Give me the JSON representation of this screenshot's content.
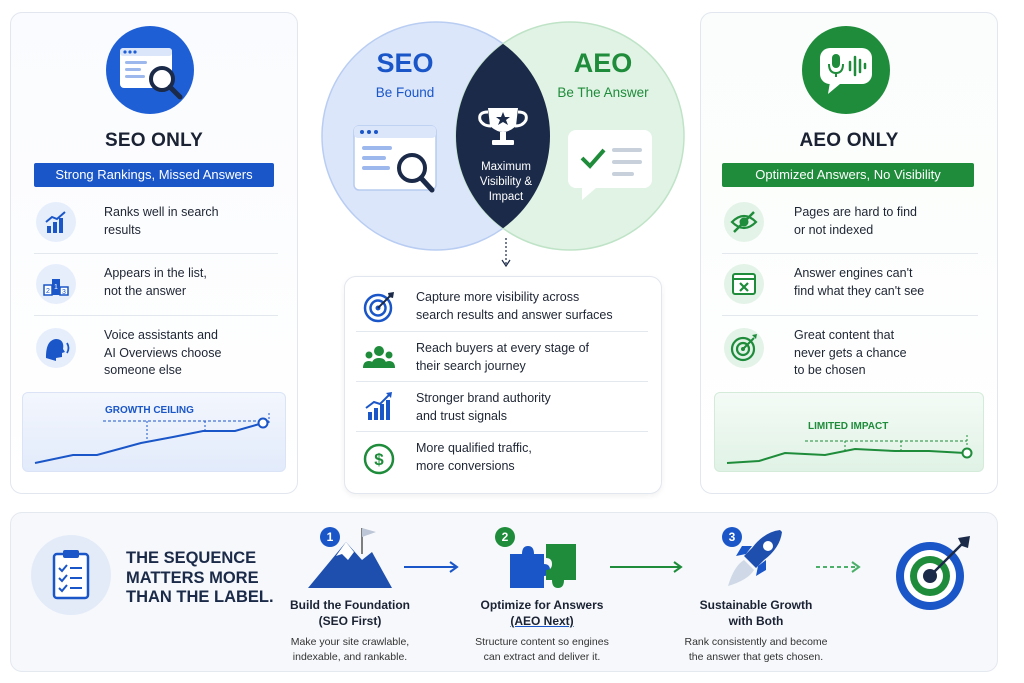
{
  "left": {
    "title": "SEO ONLY",
    "banner": "Strong Rankings, Missed Answers",
    "rows": [
      {
        "icon": "ranking-chart-icon",
        "line1": "Ranks well in search",
        "line2": "results"
      },
      {
        "icon": "podium-icon",
        "line1": "Appears in the list,",
        "line2": "not the answer"
      },
      {
        "icon": "voice-speaking-icon",
        "line1": "Voice assistants and",
        "line2": "AI Overviews choose",
        "line3": "someone else"
      }
    ],
    "chart_label": "GROWTH CEILING",
    "podium_numbers": [
      "2",
      "1",
      "3"
    ]
  },
  "venn": {
    "seo_title": "SEO",
    "seo_sub": "Be Found",
    "aeo_title": "AEO",
    "aeo_sub": "Be The Answer",
    "center_line1": "Maximum",
    "center_line2": "Visibility &",
    "center_line3": "Impact"
  },
  "benefits": [
    {
      "icon": "target-icon",
      "line1": "Capture more visibility across",
      "line2": "search results and answer surfaces"
    },
    {
      "icon": "people-icon",
      "line1": "Reach buyers at every stage of",
      "line2": "their search journey"
    },
    {
      "icon": "growth-chart-icon",
      "line1": "Stronger brand authority",
      "line2": "and trust signals"
    },
    {
      "icon": "dollar-icon",
      "line1": "More qualified traffic,",
      "line2": "more conversions"
    }
  ],
  "right": {
    "title": "AEO ONLY",
    "banner": "Optimized Answers, No Visibility",
    "rows": [
      {
        "icon": "hidden-eye-icon",
        "line1": "Pages are hard to find",
        "line2": "or not indexed"
      },
      {
        "icon": "browser-x-icon",
        "line1": "Answer engines can't",
        "line2": "find what they can't see"
      },
      {
        "icon": "target-icon",
        "line1": "Great content that",
        "line2": "never gets a chance",
        "line3": "to be chosen"
      }
    ],
    "chart_label": "LIMITED IMPACT"
  },
  "bottom": {
    "headline_line1": "THE SEQUENCE",
    "headline_line2": "MATTERS MORE",
    "headline_line3": "THAN THE LABEL.",
    "steps": [
      {
        "number": "1",
        "title1": "Build the Foundation",
        "title2": "(SEO First)",
        "desc1": "Make your site crawlable,",
        "desc2": "indexable, and rankable."
      },
      {
        "number": "2",
        "title1": "Optimize for Answers",
        "title2": "(AEO Next)",
        "desc1": "Structure content so engines",
        "desc2": "can extract and deliver it."
      },
      {
        "number": "3",
        "title1": "Sustainable Growth",
        "title2": "with Both",
        "desc1": "Rank consistently and become",
        "desc2": "the answer that gets chosen."
      }
    ]
  },
  "colors": {
    "seo_blue": "#1a56c8",
    "aeo_green": "#1e8c3a",
    "navy": "#1b2a48",
    "text": "#1a2233"
  }
}
